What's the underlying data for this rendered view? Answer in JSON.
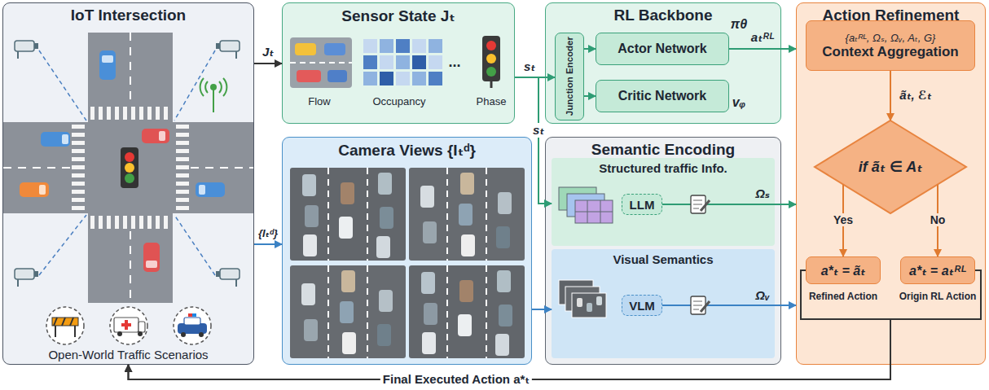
{
  "diagram": {
    "nodes": [
      {
        "text": [
          "IoT Intersection",
          "Open-World Traffic Scenarios"
        ]
      },
      {
        "text": [
          "Sensor State Jₜ"
        ]
      },
      {
        "text": [
          "Camera Views {Iₜᵈ}"
        ]
      },
      {
        "text": [
          "RL Backbone"
        ]
      },
      {
        "text": [
          "Junction Encoder"
        ],
        "in": 3
      },
      {
        "text": [
          "Actor Network"
        ],
        "in": 3
      },
      {
        "text": [
          "Critic Network"
        ],
        "in": 3
      },
      {
        "text": [
          "Semantic Encoding"
        ]
      },
      {
        "text": [
          "Structured traffic Info."
        ],
        "in": 7
      },
      {
        "text": [
          "LLM"
        ],
        "in": 8
      },
      {
        "text": [
          "Visual Semantics"
        ],
        "in": 7
      },
      {
        "text": [
          "VLM"
        ],
        "in": 10
      },
      {
        "text": [
          "Action Refinement"
        ]
      },
      {
        "text": [
          "{aₜᴿᴸ, Ωₛ, Ωᵥ, Aₜ, G}",
          "Context Aggregation"
        ],
        "in": 12
      },
      {
        "text": [
          "if ãₜ ∈ Aₜ"
        ],
        "in": 12
      },
      {
        "text": [
          "a*ₜ = ãₜ"
        ],
        "in": 12
      },
      {
        "text": [
          "a*ₜ = aₜᴿᴸ"
        ],
        "in": 12
      }
    ],
    "edges": [
      {
        "from": 0,
        "to": 1,
        "arrow": "to",
        "label": "Jₜ"
      },
      {
        "from": 0,
        "to": 2,
        "arrow": "to",
        "label": "{Iₜᵈ}"
      },
      {
        "from": 1,
        "to": 4,
        "arrow": "to",
        "label": "sₜ"
      },
      {
        "from": 1,
        "to": 8,
        "arrow": "to",
        "label": "sₜ"
      },
      {
        "from": 2,
        "to": 10,
        "arrow": "to"
      },
      {
        "from": 4,
        "to": 5,
        "arrow": "to"
      },
      {
        "from": 4,
        "to": 6,
        "arrow": "to"
      },
      {
        "from": 5,
        "to": 12,
        "arrow": "to",
        "label": "aₜᴿᴸ"
      },
      {
        "from": 9,
        "to": 12,
        "arrow": "to",
        "label": "Ωₛ"
      },
      {
        "from": 11,
        "to": 12,
        "arrow": "to",
        "label": "Ωᵥ"
      },
      {
        "from": 13,
        "to": 14,
        "arrow": "to",
        "label": "ãₜ, ℰₜ"
      },
      {
        "from": 14,
        "to": 15,
        "arrow": "to",
        "label": "Yes"
      },
      {
        "from": 14,
        "to": 16,
        "arrow": "to",
        "label": "No"
      },
      {
        "from": 15,
        "to": 0,
        "arrow": "to",
        "label": "Final Executed Action a*ₜ"
      },
      {
        "from": 16,
        "to": 0,
        "arrow": "to"
      }
    ],
    "labels": [
      "Flow",
      "Occupancy",
      "...",
      "Phase",
      "πθ",
      "vᵩ",
      "Refined Action",
      "Origin RL Action"
    ]
  }
}
